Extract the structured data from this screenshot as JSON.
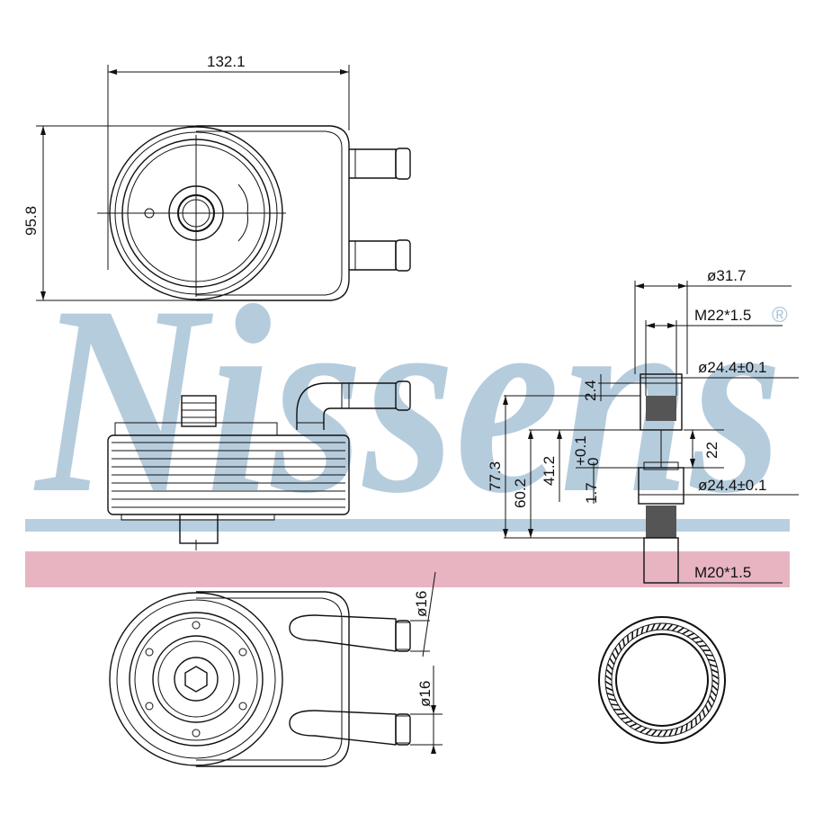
{
  "brand": {
    "watermark_text": "Nissens",
    "registered_mark": "®",
    "watermark_color": "#a9c4d8",
    "stripe_blue": "#b7cfe0",
    "stripe_pink": "#e8b4c2"
  },
  "dimensions": {
    "width": "132.1",
    "height": "95.8",
    "outer_diameter": "ø31.7",
    "thread_top": "M22*1.5",
    "seat_top": "ø24.4±0.1",
    "seat_bottom": "ø24.4±0.1",
    "thread_bottom": "M20*1.5",
    "total_height": "77.3",
    "h_60": "60.2",
    "h_41": "41.2",
    "tol_top": "+0.1",
    "tol_bottom": "0",
    "h_1_7": "1.7",
    "h_2_4": "2.4",
    "h_22": "22",
    "pipe_upper": "ø16",
    "pipe_lower": "ø16"
  }
}
